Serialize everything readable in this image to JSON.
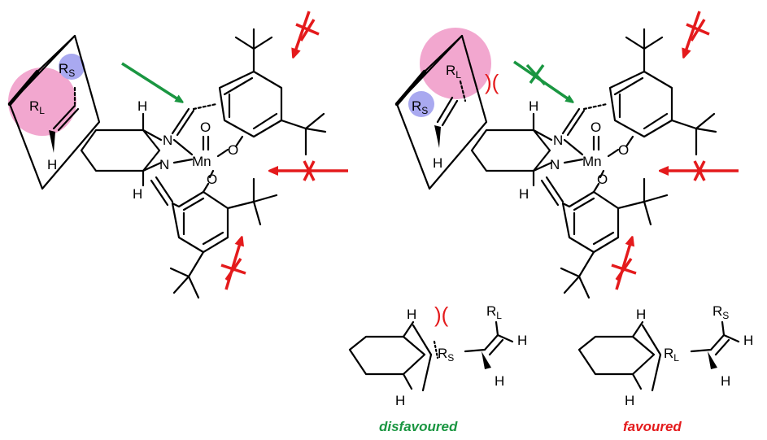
{
  "colors": {
    "favourable_arrow": "#1a9641",
    "blocked_arrow": "#e41a1c",
    "large_substituent_highlight": "#f2a7cf",
    "small_substituent_highlight": "#a9a9f0"
  },
  "labels": {
    "R": "R",
    "L_sub": "L",
    "S_sub": "S",
    "H": "H",
    "N": "N",
    "O": "O",
    "Mn": "Mn",
    "steric_clash": ")("
  },
  "captions": {
    "disfavoured": "disfavoured",
    "favoured": "favoured"
  },
  "icons": [
    "green-approach-arrow-icon",
    "blocked-approach-arrow-icon",
    "steric-clash-icon"
  ]
}
